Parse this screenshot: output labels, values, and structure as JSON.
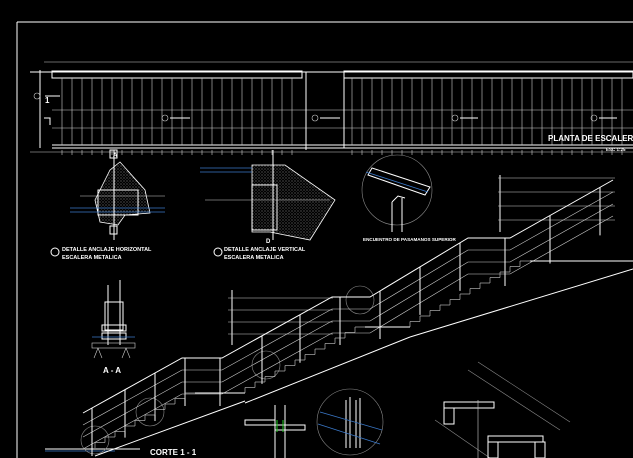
{
  "drawing": {
    "plan_title": "PLANTA DE ESCALERA",
    "plan_scale": "ESC 1:25",
    "section_marker": "1",
    "detail_horizontal": {
      "title_1": "DETALLE ANCLAJE HORIZONTAL",
      "title_2": "ESCALERA METALICA",
      "marker": "A"
    },
    "detail_vertical": {
      "title_1": "DETALLE ANCLAJE VERTICAL",
      "title_2": "ESCALERA METALICA",
      "marker": "D"
    },
    "detail_handrail": {
      "title": "ENCUENTRO DE PASAMANOS SUPERIOR"
    },
    "section_aa": {
      "title": "A - A"
    },
    "section_11": {
      "title": "CORTE 1 - 1"
    },
    "colors": {
      "background": "#000000",
      "lines": "#ffffff",
      "accent": "#3a78c8"
    }
  }
}
